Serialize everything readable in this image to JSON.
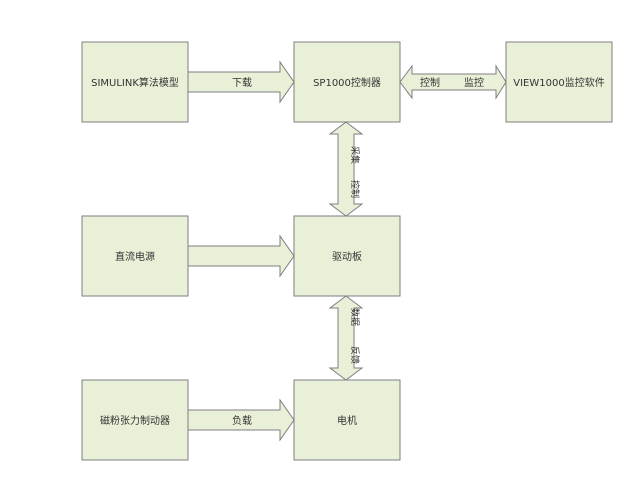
{
  "colors": {
    "box_fill": "#e9f0d8",
    "box_stroke": "#7f7f7f",
    "arrow_fill": "#e9f0d8",
    "arrow_stroke": "#7f7f7f",
    "text": "#333333"
  },
  "boxes": {
    "simulink_model": "SIMULINK算法模型",
    "sp1000_controller": "SP1000控制器",
    "view1000_software": "VIEW1000监控软件",
    "dc_power": "直流电源",
    "driver_board": "驱动板",
    "brake": "磁粉张力制动器",
    "motor": "电机"
  },
  "arrows": {
    "download": "下载",
    "control": "控制",
    "monitor": "监控",
    "load": "负载",
    "controller_driver_top": "采集",
    "controller_driver_bottom": "控制",
    "driver_motor_top": "数据",
    "driver_motor_bottom": "反馈"
  }
}
